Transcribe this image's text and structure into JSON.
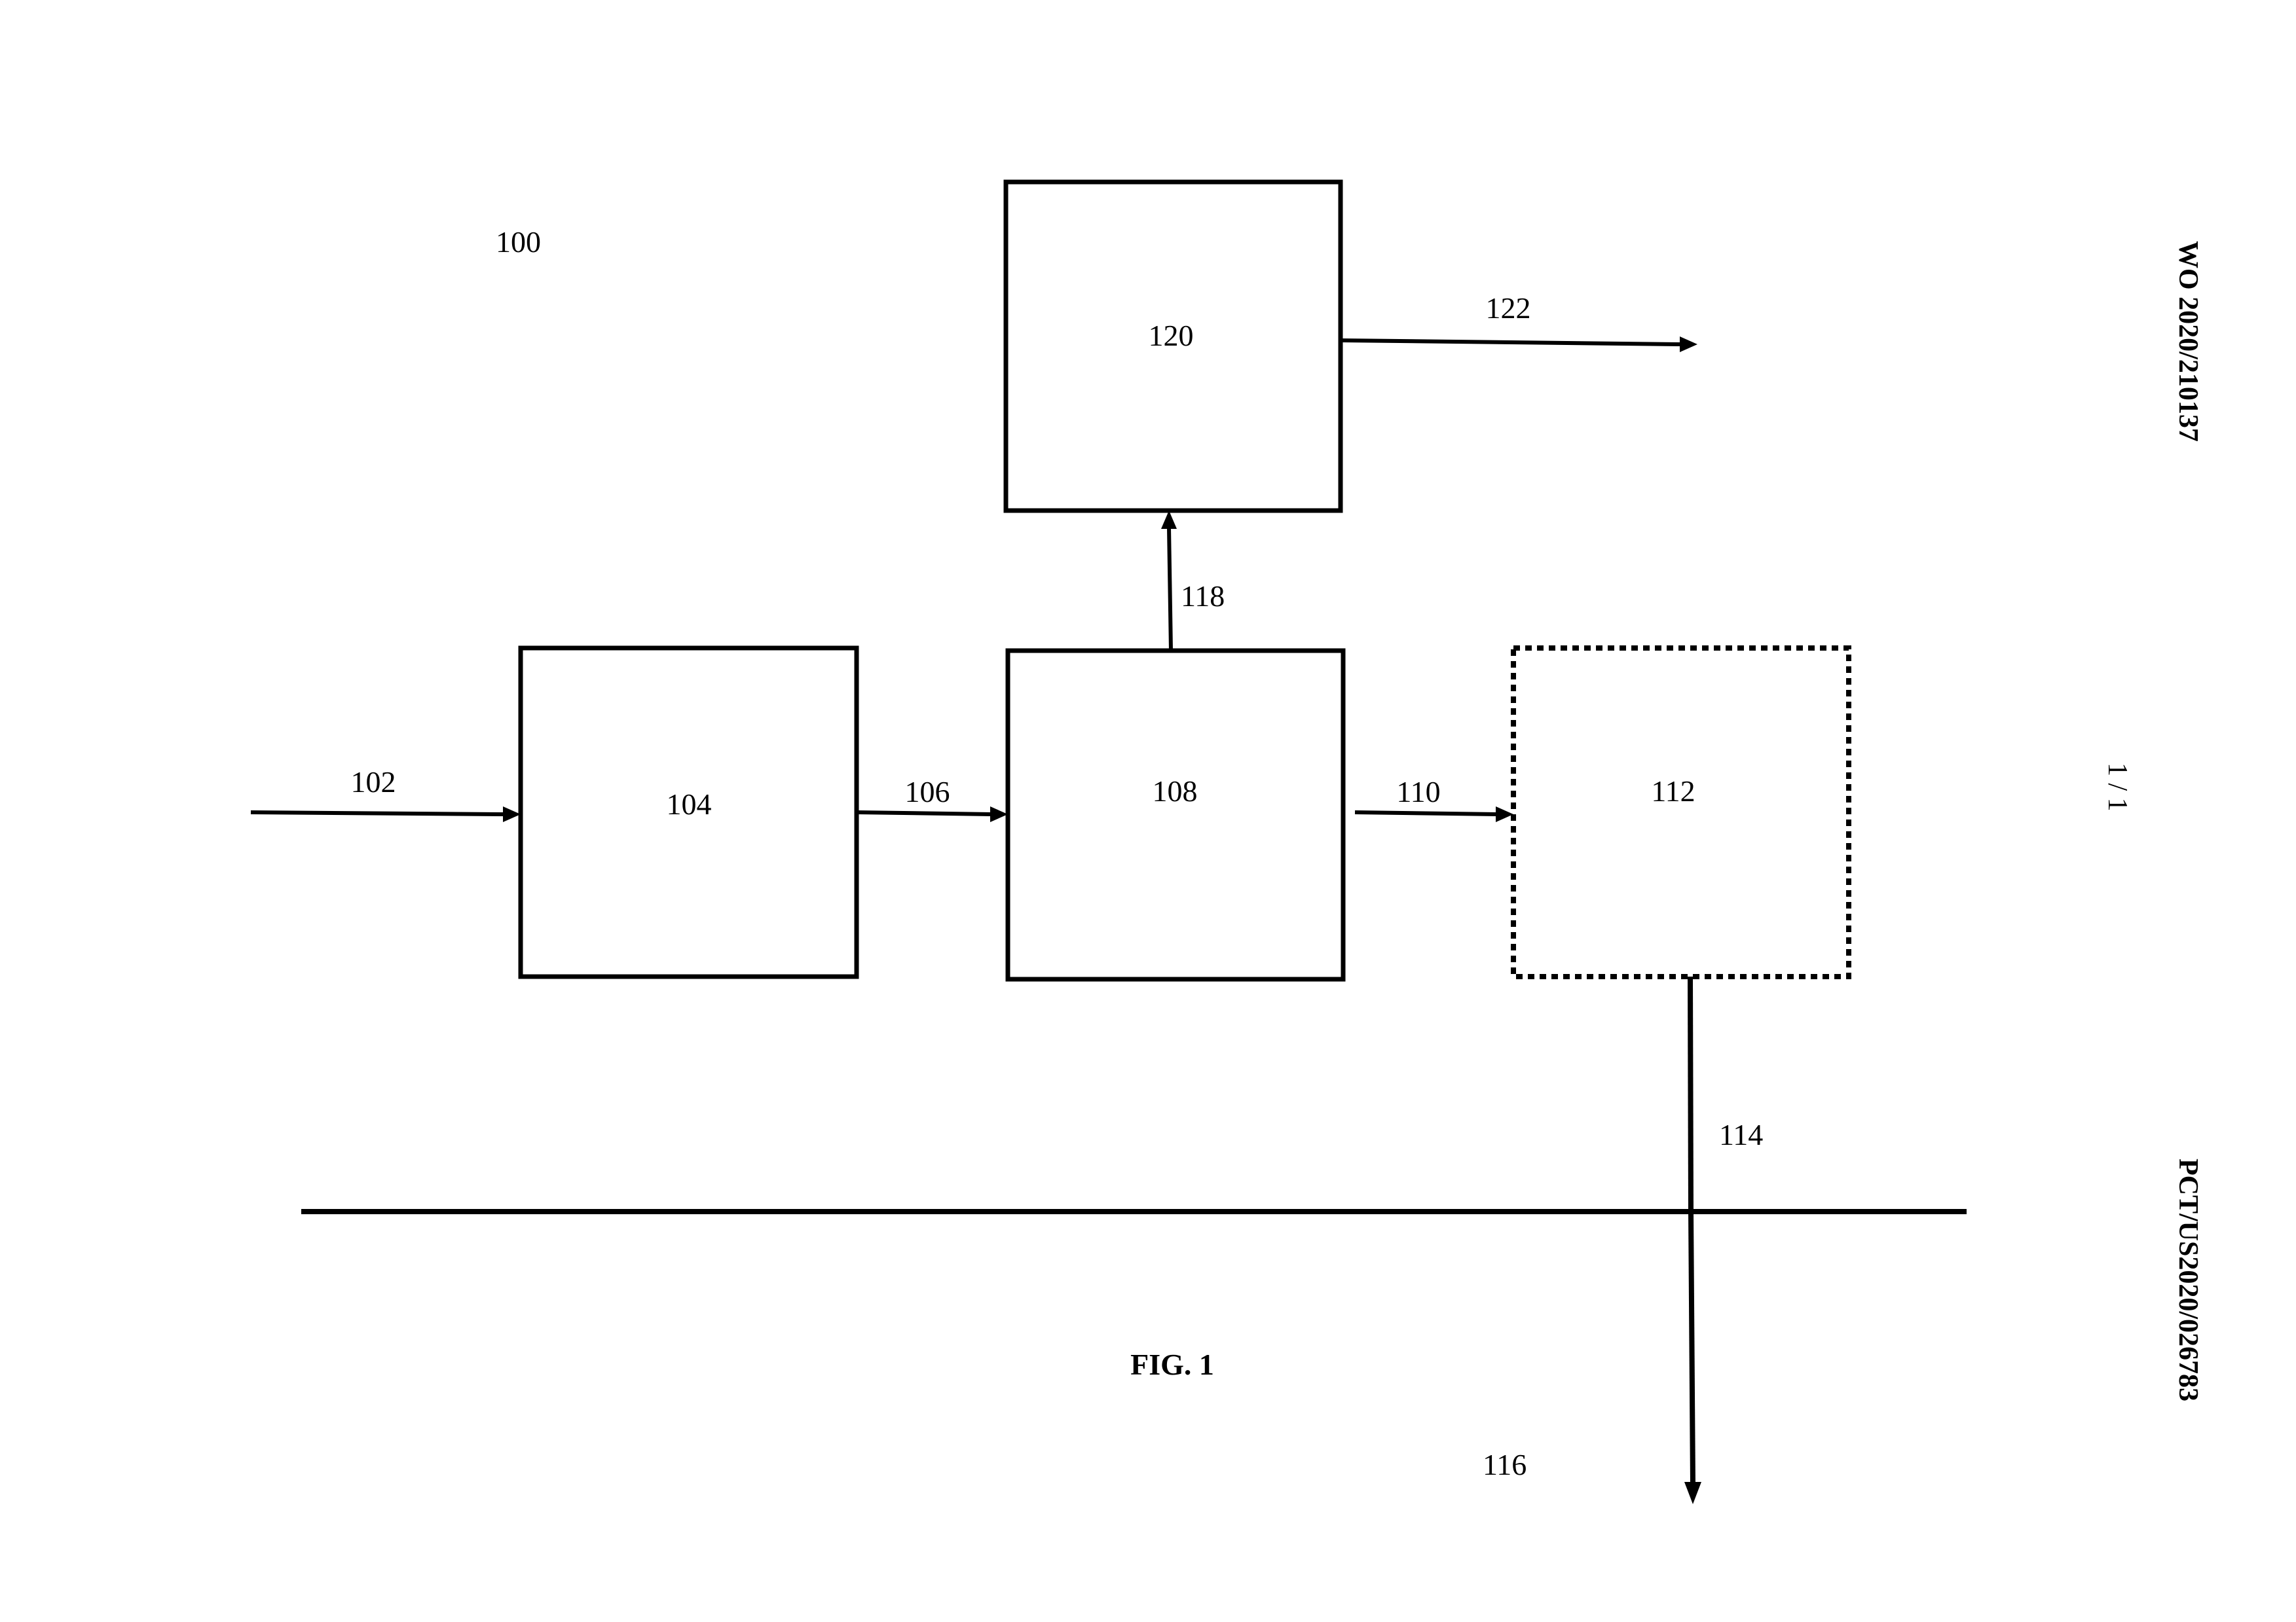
{
  "diagram": {
    "figure_ref": "100",
    "caption": "FIG. 1",
    "blocks": {
      "b104": "104",
      "b108": "108",
      "b112": "112",
      "b120": "120"
    },
    "streams": {
      "s102": "102",
      "s106": "106",
      "s110": "110",
      "s114": "114",
      "s116": "116",
      "s118": "118",
      "s122": "122"
    }
  },
  "margin": {
    "publication_number": "WO 2020/210137",
    "sheet": "1 / 1",
    "application_number": "PCT/US2020/026783"
  },
  "styles": {
    "ink": "#000000",
    "paper": "#ffffff",
    "block_112_border": "dotted"
  }
}
